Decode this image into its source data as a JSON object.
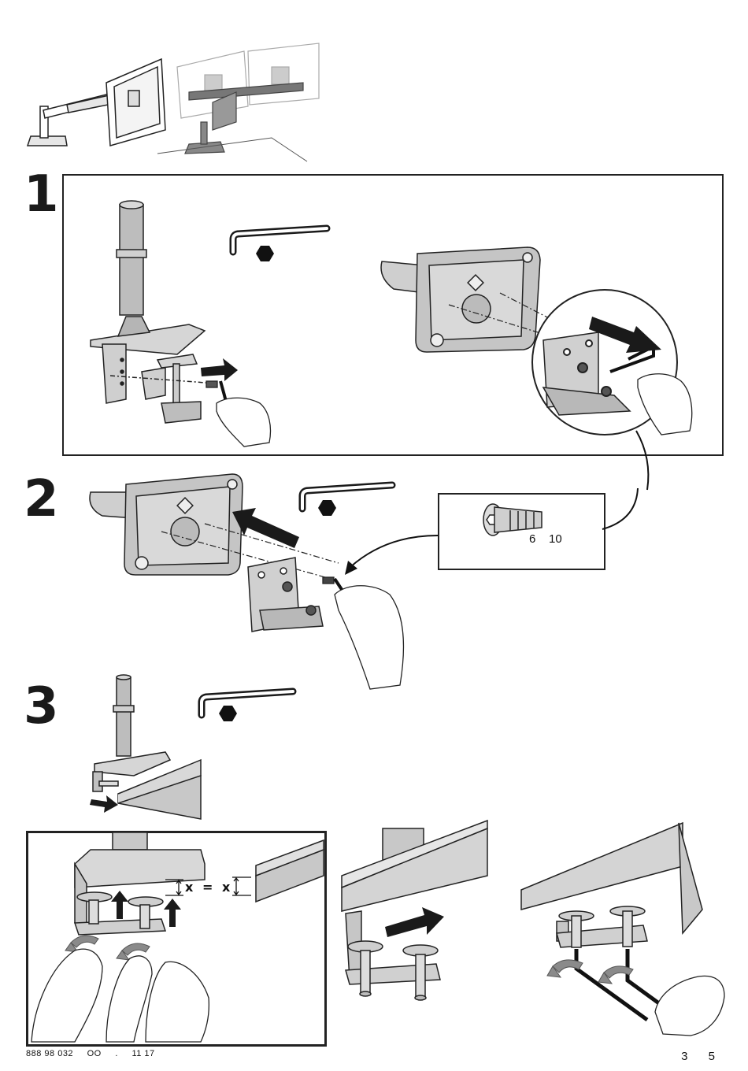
{
  "steps": {
    "step1": "1",
    "step2": "2",
    "step3": "3"
  },
  "callout": {
    "size_a": "6",
    "size_b": "10"
  },
  "clamp_detail": {
    "gap_left": "x",
    "equals": "=",
    "gap_right": "x"
  },
  "footer": {
    "code": "888 98 032",
    "rev": "OO",
    "dot": ".",
    "date": "11 17",
    "page": "3",
    "total": "5"
  },
  "colors": {
    "line": "#222222",
    "fill_light": "#e6e6e6",
    "fill_mid": "#c8c8c8",
    "fill_dark": "#9a9a9a",
    "arrow": "#1a1a1a",
    "rotate_arrow": "#8a8a8a"
  },
  "icons": [
    "allen-key-icon",
    "hex-nut-icon",
    "push-arrow-icon",
    "rotate-arrow-icon",
    "hand-icon"
  ]
}
